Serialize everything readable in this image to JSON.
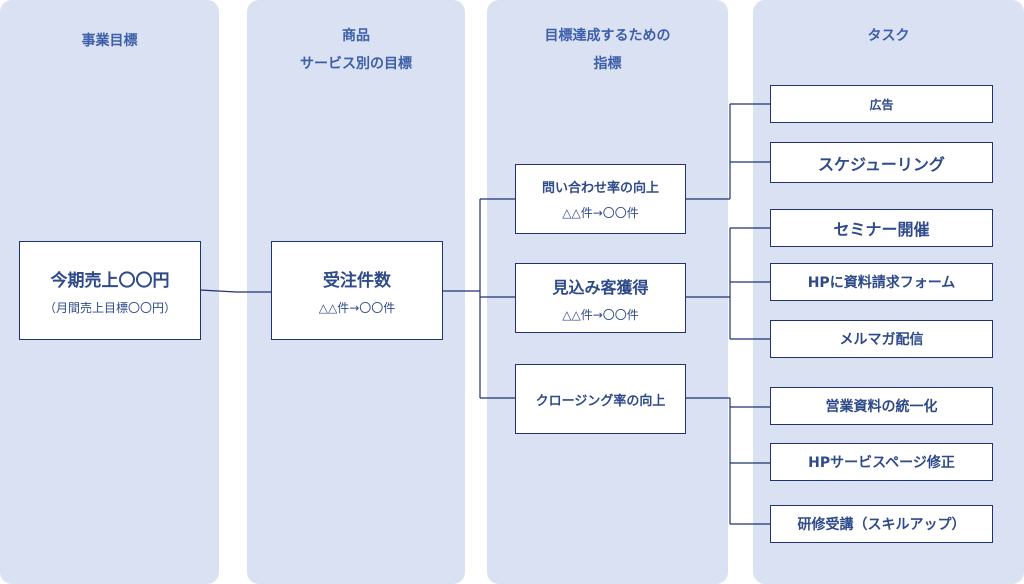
{
  "columns": [
    {
      "title_lines": [
        "事業目標"
      ]
    },
    {
      "title_lines": [
        "商品",
        "サービス別の目標"
      ]
    },
    {
      "title_lines": [
        "目標達成するための",
        "指標"
      ]
    },
    {
      "title_lines": [
        "タスク"
      ]
    }
  ],
  "business_goal": {
    "main": "今期売上〇〇円",
    "sub": "（月間売上目標〇〇円）"
  },
  "product_goal": {
    "main": "受注件数",
    "sub": "△△件→〇〇件"
  },
  "indicators": [
    {
      "main": "問い合わせ率の向上",
      "sub": "△△件→〇〇件"
    },
    {
      "main": "見込み客獲得",
      "sub": "△△件→〇〇件"
    },
    {
      "main": "クロージング率の向上",
      "sub": ""
    }
  ],
  "tasks": [
    "広告",
    "スケジューリング",
    "セミナー開催",
    "HPに資料請求フォーム",
    "メルマガ配信",
    "営業資料の統一化",
    "HPサービスページ修正",
    "研修受講（スキルアップ）"
  ]
}
